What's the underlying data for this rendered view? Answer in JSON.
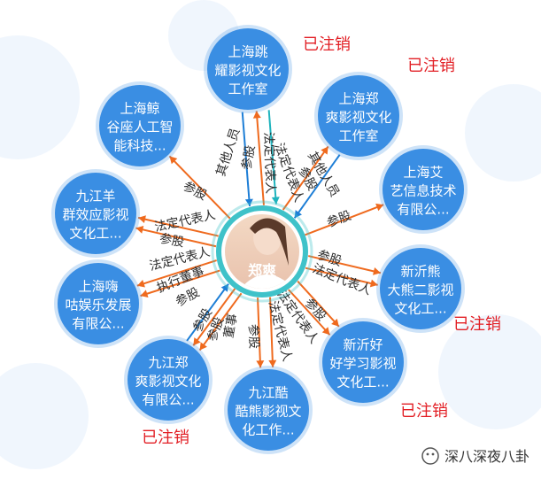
{
  "center": {
    "name": "郑爽"
  },
  "colors": {
    "node": "#3a8ee3",
    "arrow_orange": "#ef6a1e",
    "arrow_blue": "#1d7ed6",
    "arrow_cyan": "#1fb3bd",
    "revoked": "#e21e24",
    "ring": "#3fc2c9"
  },
  "nodes": [
    {
      "lines": [
        "上海跳",
        "耀影视文化",
        "工作室"
      ]
    },
    {
      "lines": [
        "上海郑",
        "爽影视文化",
        "工作室"
      ]
    },
    {
      "lines": [
        "上海艾",
        "艺信息技术",
        "有限公..."
      ]
    },
    {
      "lines": [
        "新沂熊",
        "大熊二影视",
        "文化工..."
      ]
    },
    {
      "lines": [
        "新沂好",
        "好学习影视",
        "文化工..."
      ]
    },
    {
      "lines": [
        "九江酷",
        "酷熊影视文",
        "化工作..."
      ]
    },
    {
      "lines": [
        "九江郑",
        "爽影视文化",
        "有限公..."
      ]
    },
    {
      "lines": [
        "上海嗨",
        "咕娱乐发展",
        "有限公..."
      ]
    },
    {
      "lines": [
        "九江羊",
        "群效应影视",
        "文化工..."
      ]
    },
    {
      "lines": [
        "上海鲸",
        "谷座人工智",
        "能科技..."
      ]
    }
  ],
  "revoked_label": "已注销",
  "edge_labels": [
    "其他人员",
    "参股",
    "法定代表人",
    "法定代表人",
    "参股",
    "其他人员",
    "参股",
    "参股",
    "法定代表人",
    "法定代表人",
    "参股",
    "参股",
    "法定代表人",
    "参股",
    "参股",
    "董事",
    "参股",
    "执行董事",
    "法定代表人",
    "参股",
    "法定代表人",
    "参股"
  ],
  "watermark": "深八深夜八卦"
}
